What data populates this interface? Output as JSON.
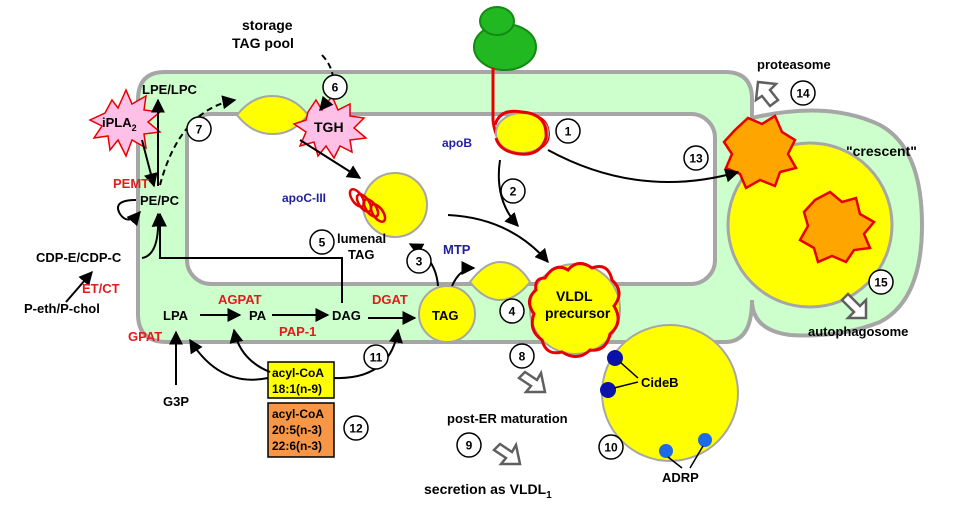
{
  "colors": {
    "er_fill": "#ccffcc",
    "er_stroke": "#a6a6a6",
    "lipid": "#ffff00",
    "apob": "#e60000",
    "enzyme_red": "#e21b1b",
    "protein_blue": "#1f1fa0",
    "ribosome": "#22b822",
    "orange": "#ffa500",
    "dark_blue_dot": "#0a12a8",
    "light_blue_dot": "#1e6be8",
    "box_orange": "#f79646"
  },
  "labels": {
    "storage_tag_pool_1": "storage",
    "storage_tag_pool_2": "TAG pool",
    "lpe_lpc": "LPE/LPC",
    "ipla2": "iPLA",
    "ipla2_sub": "2",
    "tgh": "TGH",
    "pemt": "PEMT",
    "pe_pc": "PE/PC",
    "cdp": "CDP-E/CDP-C",
    "et_ct": "ET/CT",
    "p_eth": "P-eth/P-chol",
    "apob": "apoB",
    "apoc3": "apoC-III",
    "lumenal_tag_1": "lumenal",
    "lumenal_tag_2": "TAG",
    "mtp": "MTP",
    "tag": "TAG",
    "vldl_1": "VLDL",
    "vldl_2": "precursor",
    "lpa": "LPA",
    "pa": "PA",
    "dag": "DAG",
    "agpat": "AGPAT",
    "pap1": "PAP-1",
    "dgat": "DGAT",
    "gpat": "GPAT",
    "g3p": "G3P",
    "acyl_coa_1": "acyl-CoA",
    "fa_181": "18:1(n-9)",
    "acyl_coa_2": "acyl-CoA",
    "fa_205": "20:5(n-3)",
    "fa_226": "22:6(n-3)",
    "proteasome": "proteasome",
    "crescent": "\"crescent\"",
    "autophagosome": "autophagosome",
    "cideb": "CideB",
    "adrp": "ADRP",
    "post_er": "post-ER maturation",
    "secretion": "secretion as VLDL",
    "secretion_sub": "1"
  },
  "steps": [
    "1",
    "2",
    "3",
    "4",
    "5",
    "6",
    "7",
    "8",
    "9",
    "10",
    "11",
    "12",
    "13",
    "14",
    "15"
  ]
}
